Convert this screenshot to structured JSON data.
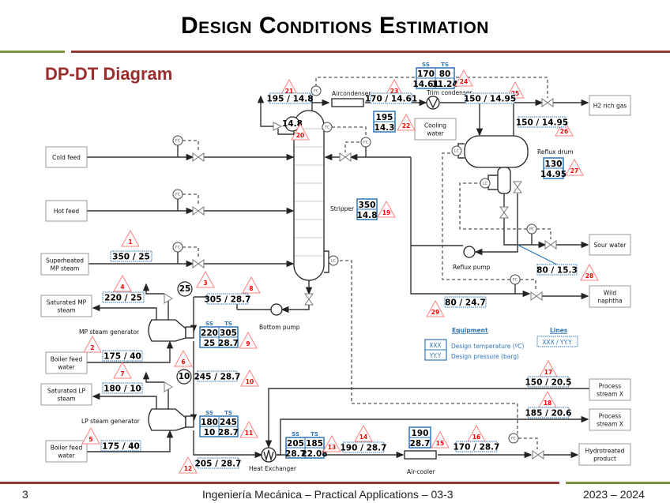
{
  "header": {
    "title": "Design Conditions Estimation",
    "subtitle": "DP-DT Diagram"
  },
  "footer": {
    "page": "3",
    "course": "Ingeniería Mecánica – Practical Applications – 03-3",
    "year": "2023 – 2024"
  },
  "colors": {
    "title_red": "#9b2d2d",
    "rule_green": "#77933c",
    "rule_red": "#953735",
    "tag_red": "#ff0000",
    "box_blue": "#2e75b6"
  },
  "terminals": [
    {
      "id": "cold-feed",
      "lines": [
        "Cold feed"
      ]
    },
    {
      "id": "hot-feed",
      "lines": [
        "Hot feed"
      ]
    },
    {
      "id": "superheated-mp-steam",
      "lines": [
        "Superheated",
        "MP steam"
      ]
    },
    {
      "id": "saturated-mp-steam",
      "lines": [
        "Saturated MP",
        "steam"
      ]
    },
    {
      "id": "boiler-feed-water-1",
      "lines": [
        "Boiler feed",
        "water"
      ]
    },
    {
      "id": "saturated-lp-steam",
      "lines": [
        "Saturated LP",
        "steam"
      ]
    },
    {
      "id": "boiler-feed-water-2",
      "lines": [
        "Boiler feed",
        "water"
      ]
    },
    {
      "id": "h2-rich-gas",
      "lines": [
        "H2 rich gas"
      ]
    },
    {
      "id": "sour-water",
      "lines": [
        "Sour water"
      ]
    },
    {
      "id": "wild-naphtha",
      "lines": [
        "Wild",
        "naphtha"
      ]
    },
    {
      "id": "process-stream-x-1",
      "lines": [
        "Process",
        "stream X"
      ]
    },
    {
      "id": "process-stream-x-2",
      "lines": [
        "Process",
        "stream X"
      ]
    },
    {
      "id": "hydrotreated-product",
      "lines": [
        "Hydrotreated",
        "product"
      ]
    },
    {
      "id": "cooling-water",
      "lines": [
        "Cooling",
        "water"
      ]
    }
  ],
  "equipment_labels": {
    "air_condenser": "Aircondenser",
    "trim_condenser": "Trim condenser",
    "reflux_drum": "Reflux drum",
    "reflux_pump": "Reflux pump",
    "stripper": "Stripper",
    "bottom_pump": "Bottom pump",
    "mp_generator": "MP steam generator",
    "lp_generator": "LP steam generator",
    "heat_exchanger": "Heat Exchanger",
    "air_cooler": "Air-cooler"
  },
  "instruments": {
    "fc": "FC",
    "tc": "TC",
    "lc": "LC",
    "pc": "PC"
  },
  "line_tags": [
    {
      "n": "1",
      "value": "350 / 25"
    },
    {
      "n": "2",
      "value": "175 / 40"
    },
    {
      "n": "4",
      "value": "220 / 25"
    },
    {
      "n": "5",
      "value": "175 / 40"
    },
    {
      "n": "7",
      "value": "180 / 10"
    },
    {
      "n": "8",
      "value": "305 / 28.7"
    },
    {
      "n": "10",
      "value": "245 / 28.7"
    },
    {
      "n": "12",
      "value": "205 / 28.7"
    },
    {
      "n": "14",
      "value": "190 / 28.7"
    },
    {
      "n": "16",
      "value": "170 / 28.7"
    },
    {
      "n": "17",
      "value": "150 / 20.5"
    },
    {
      "n": "18",
      "value": "185 / 20.6"
    },
    {
      "n": "21",
      "value": "195 / 14.8"
    },
    {
      "n": "23",
      "value": "170 / 14.61"
    },
    {
      "n": "25",
      "value": "150 / 14.95"
    },
    {
      "n": "26",
      "value": "150 / 14.95"
    },
    {
      "n": "28",
      "value": "80 / 15.3"
    },
    {
      "n": "29",
      "value": "80 / 24.7"
    }
  ],
  "psv_tags": [
    {
      "n": "3",
      "setpoint": "25"
    },
    {
      "n": "6",
      "setpoint": "10"
    },
    {
      "n": "20",
      "setpoint": "14.8"
    }
  ],
  "equipment_tags": [
    {
      "n": "15",
      "temperature": "190",
      "pressure": "28.7"
    },
    {
      "n": "19",
      "temperature": "350",
      "pressure": "14.8"
    },
    {
      "n": "22",
      "temperature": "195",
      "pressure": "14.3"
    },
    {
      "n": "27",
      "temperature": "130",
      "pressure": "14.95"
    }
  ],
  "exchanger_tags": [
    {
      "n": "9",
      "ss_label": "SS",
      "ts_label": "TS",
      "ss": [
        "220",
        "25"
      ],
      "ts": [
        "305",
        "28.7"
      ]
    },
    {
      "n": "11",
      "ss_label": "SS",
      "ts_label": "TS",
      "ss": [
        "180",
        "10"
      ],
      "ts": [
        "245",
        "28.7"
      ]
    },
    {
      "n": "13",
      "ss_label": "SS",
      "ts_label": "TS",
      "ss": [
        "205",
        "28.7"
      ],
      "ts": [
        "185",
        "22.08"
      ]
    },
    {
      "n": "24",
      "ss_label": "SS",
      "ts_label": "TS",
      "ss": [
        "170",
        "14.61"
      ],
      "ts": [
        "80",
        "11.24"
      ]
    }
  ],
  "legend": {
    "equipment_title": "Equipment",
    "equipment_top": "XXX",
    "equipment_bottom": "YY.Y",
    "temperature_text": "Design temperature (ºC)",
    "pressure_text": "Design pressure (barg)",
    "lines_title": "Lines",
    "lines_sample": "XXX / YY.Y"
  }
}
